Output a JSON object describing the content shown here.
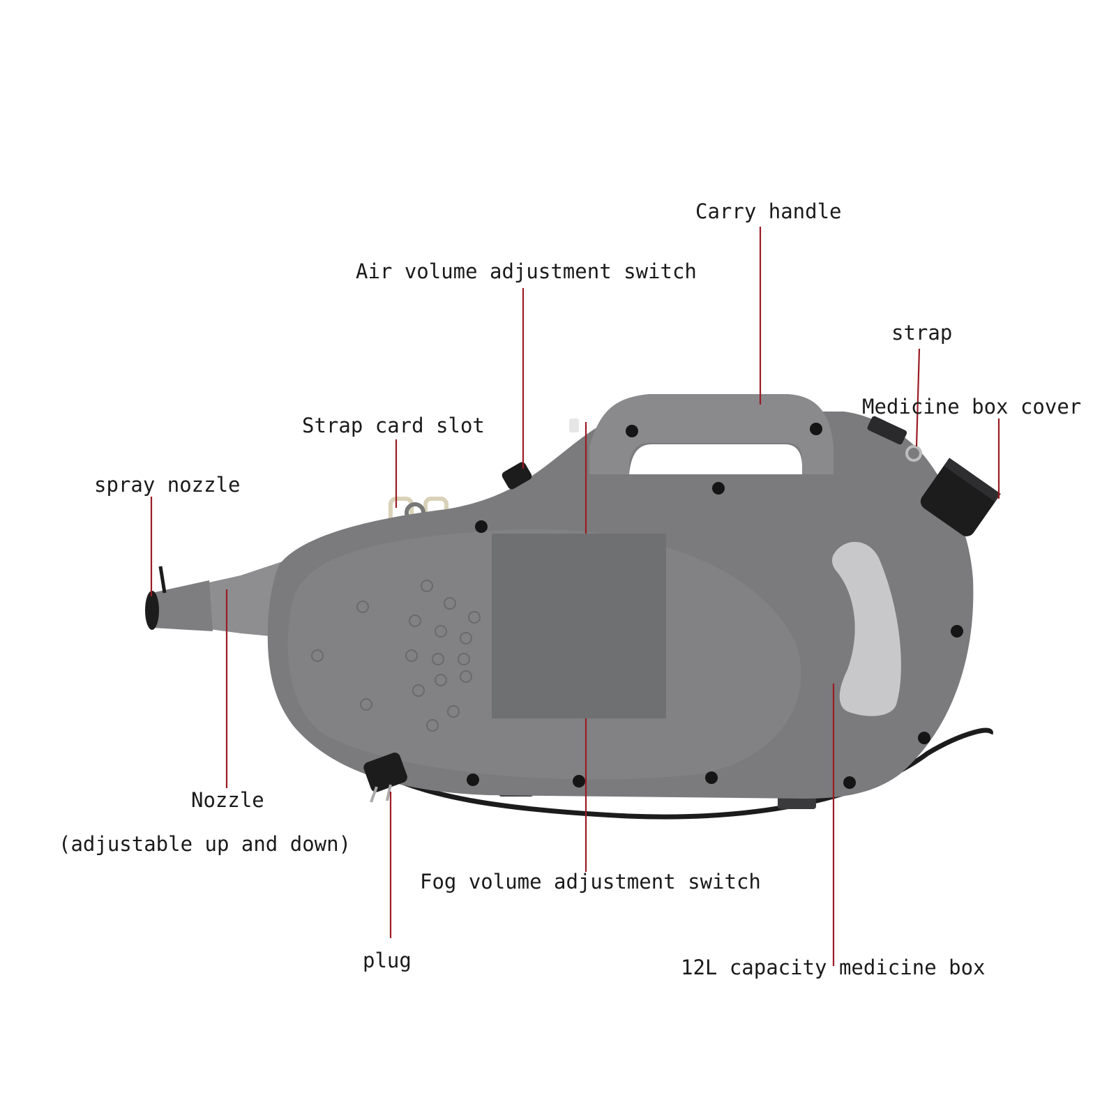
{
  "colors": {
    "background": "#ffffff",
    "body": "#7b7b7d",
    "body_dark": "#5e5e61",
    "body_light": "#8e8e91",
    "leader_line": "#9a1b24",
    "label_text": "#1a1a1a",
    "screen": "#6f7072",
    "grip": "#c8c8ca",
    "cable": "#1c1c1c"
  },
  "labels": {
    "carry_handle": "Carry handle",
    "air_volume_switch": "Air volume adjustment switch",
    "strap": "strap",
    "medicine_box_cover": "Medicine box cover",
    "strap_card_slot": "Strap card slot",
    "spray_nozzle": "spray nozzle",
    "nozzle": "Nozzle",
    "nozzle_note": "(adjustable up and down)",
    "fog_volume_switch": "Fog volume adjustment switch",
    "plug": "plug",
    "medicine_box": "12L capacity medicine box"
  }
}
